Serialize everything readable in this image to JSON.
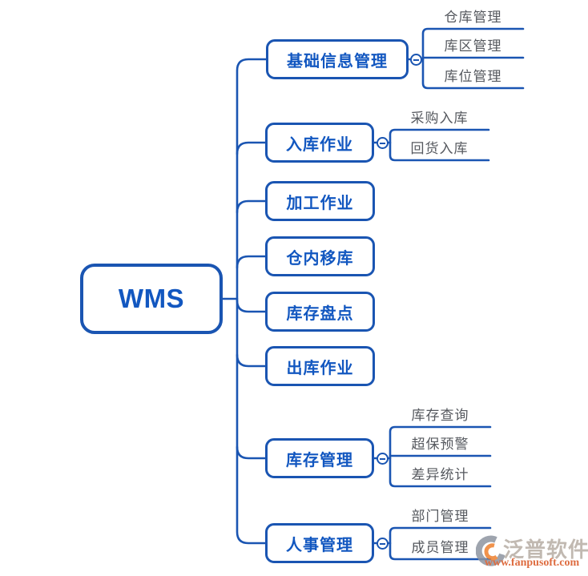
{
  "root": {
    "label": "WMS"
  },
  "branches": [
    {
      "label": "基础信息管理",
      "collapsed": false,
      "children": [
        {
          "label": "仓库管理"
        },
        {
          "label": "库区管理"
        },
        {
          "label": "库位管理"
        }
      ]
    },
    {
      "label": "入库作业",
      "collapsed": false,
      "children": [
        {
          "label": "采购入库"
        },
        {
          "label": "回货入库"
        }
      ]
    },
    {
      "label": "加工作业",
      "children": []
    },
    {
      "label": "仓内移库",
      "children": []
    },
    {
      "label": "库存盘点",
      "children": []
    },
    {
      "label": "出库作业",
      "children": []
    },
    {
      "label": "库存管理",
      "collapsed": false,
      "children": [
        {
          "label": "库存查询"
        },
        {
          "label": "超保预警"
        },
        {
          "label": "差异统计"
        }
      ]
    },
    {
      "label": "人事管理",
      "collapsed": false,
      "children": [
        {
          "label": "部门管理"
        },
        {
          "label": "成员管理"
        }
      ]
    }
  ],
  "collapse_glyph": "minus",
  "watermark": {
    "brand": "泛普软件",
    "url": "www.fanpusoft.com"
  },
  "colors": {
    "line_blue": "#1a55b2",
    "topic_text_blue": "#1257c0",
    "leaf_text_gray": "#55585e",
    "watermark_brand": "#b7ada4",
    "watermark_url_orange": "#d9531f",
    "logo_gray": "#8e95a1",
    "logo_orange": "#ee7f2d",
    "background": "#ffffff"
  }
}
